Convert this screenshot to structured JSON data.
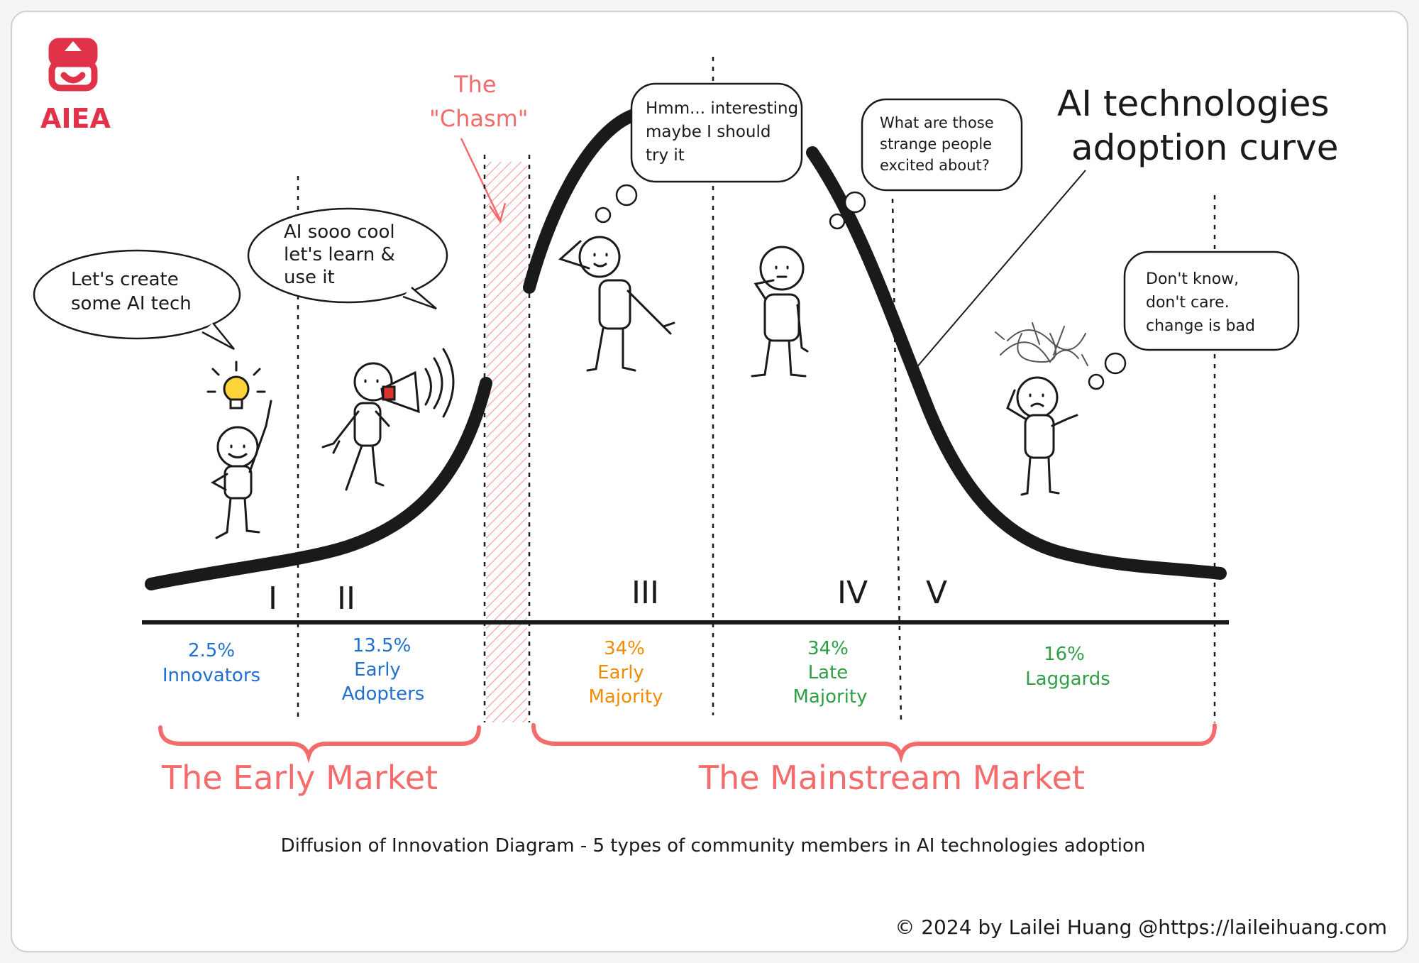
{
  "logo": {
    "text": "AIEA",
    "color": "#e0334a"
  },
  "title": {
    "line1": "AI technologies",
    "line2": "adoption curve"
  },
  "chasm": {
    "line1": "The",
    "line2": "\"Chasm\""
  },
  "bubbles": {
    "innovator": {
      "line1": "Let's create",
      "line2": "some AI tech"
    },
    "adopter": {
      "line1": "AI sooo cool",
      "line2": "let's learn &",
      "line3": "use it"
    },
    "early_majority": {
      "line1": "Hmm... interesting",
      "line2": "maybe I should",
      "line3": "try it"
    },
    "late_majority": {
      "line1": "What are those",
      "line2": "strange people",
      "line3": "excited about?"
    },
    "laggard": {
      "line1": "Don't know,",
      "line2": "don't care.",
      "line3": "change is bad"
    }
  },
  "segments": [
    {
      "roman": "I",
      "percent": "2.5%",
      "name1": "Innovators",
      "name2": "",
      "color": "#1f6fd1"
    },
    {
      "roman": "II",
      "percent": "13.5%",
      "name1": "Early",
      "name2": "Adopters",
      "color": "#1f6fd1"
    },
    {
      "roman": "III",
      "percent": "34%",
      "name1": "Early",
      "name2": "Majority",
      "color": "#f08c00"
    },
    {
      "roman": "IV",
      "percent": "34%",
      "name1": "Late",
      "name2": "Majority",
      "color": "#2f9e44"
    },
    {
      "roman": "V",
      "percent": "16%",
      "name1": "Laggards",
      "name2": "",
      "color": "#2f9e44"
    }
  ],
  "markets": {
    "early": "The Early Market",
    "mainstream": "The Mainstream Market"
  },
  "caption": "Diffusion of Innovation Diagram - 5 types of community members in AI technologies adoption",
  "credit": "© 2024 by Lailei Huang @https://laileihuang.com",
  "colors": {
    "accent": "#f36b6b",
    "ink": "#1a1a1a"
  }
}
